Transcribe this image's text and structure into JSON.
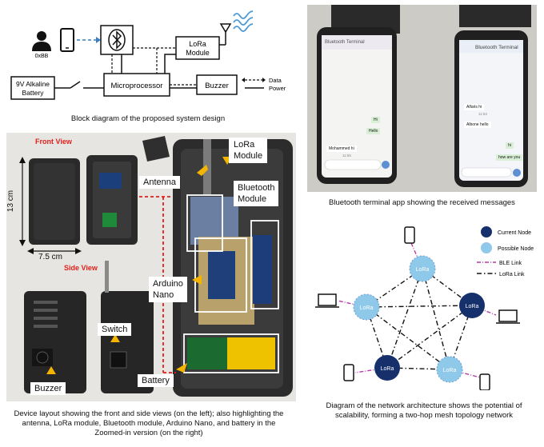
{
  "block_diagram": {
    "user_label": "0xBB",
    "lora_label_1": "LoRa",
    "lora_label_2": "Module",
    "battery_label_1": "9V Alkaline",
    "battery_label_2": "Battery",
    "micro_label": "Microprocessor",
    "buzzer_label": "Buzzer",
    "legend_data": "Data",
    "legend_power": "Power",
    "caption": "Block diagram of the proposed system design"
  },
  "phones": {
    "left_title": "Bluetooth Terminal",
    "right_title": "Bluetooth Terminal",
    "left_msgs": [
      "Hi",
      "Hello",
      "Mohammed hi",
      "11:55"
    ],
    "right_msgs": [
      "Alfaris hi",
      "11:53",
      "Albone hello",
      "hi",
      "how are you"
    ],
    "caption": "Bluetooth terminal app showing the received messages"
  },
  "device": {
    "front_view": "Front View",
    "side_view": "Side View",
    "height": "13 cm",
    "width": "7.5 cm",
    "labels": {
      "lora_1": "LoRa",
      "lora_2": "Module",
      "antenna": "Antenna",
      "bt_1": "Bluetooth",
      "bt_2": "Module",
      "arduino_1": "Arduino",
      "arduino_2": "Nano",
      "switch": "Switch",
      "buzzer": "Buzzer",
      "battery": "Battery"
    },
    "caption_1": "Device layout showing the front and side views (on the left); also highlighting the",
    "caption_2": "antenna, LoRa module, Bluetooth module, Arduino Nano, and battery in the",
    "caption_3": "Zoomed-in version (on the right)"
  },
  "network": {
    "nodes": [
      "LoRa",
      "LoRa",
      "LoRa",
      "LoRa",
      "LoRa"
    ],
    "legend": {
      "current": "Current Node",
      "possible": "Possible Node",
      "ble": "BLE Link",
      "lora": "LoRa Link"
    },
    "caption_1": "Diagram of the network architecture shows the potential of",
    "caption_2": "scalability, forming a two-hop mesh topology network"
  },
  "colors": {
    "current_node": "#16306b",
    "possible_node": "#8fc9ea",
    "ble_link": "#b83ca6",
    "annotation": "#f5b400",
    "red_dash": "#e0211c"
  }
}
